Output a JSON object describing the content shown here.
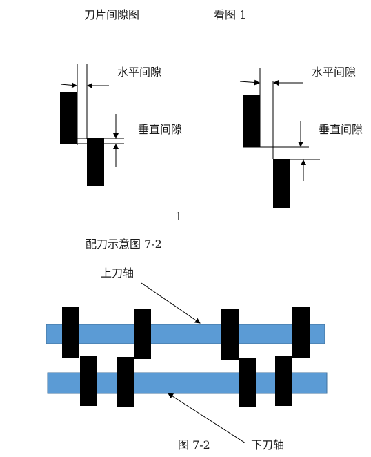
{
  "header": {
    "title": "刀片间隙图",
    "figure_ref": "看图 1"
  },
  "figure1": {
    "left": {
      "horizontal_gap_label": "水平间隙",
      "vertical_gap_label": "垂直间隙"
    },
    "right": {
      "horizontal_gap_label": "水平间隙",
      "vertical_gap_label": "垂直间隙"
    },
    "caption": "1"
  },
  "figure2": {
    "title": "配刀示意图 7-2",
    "upper_shaft_label": "上刀轴",
    "lower_shaft_label": "下刀轴",
    "caption": "图 7-2",
    "shaft_color": "#5b9bd5",
    "blade_color": "#000000"
  }
}
